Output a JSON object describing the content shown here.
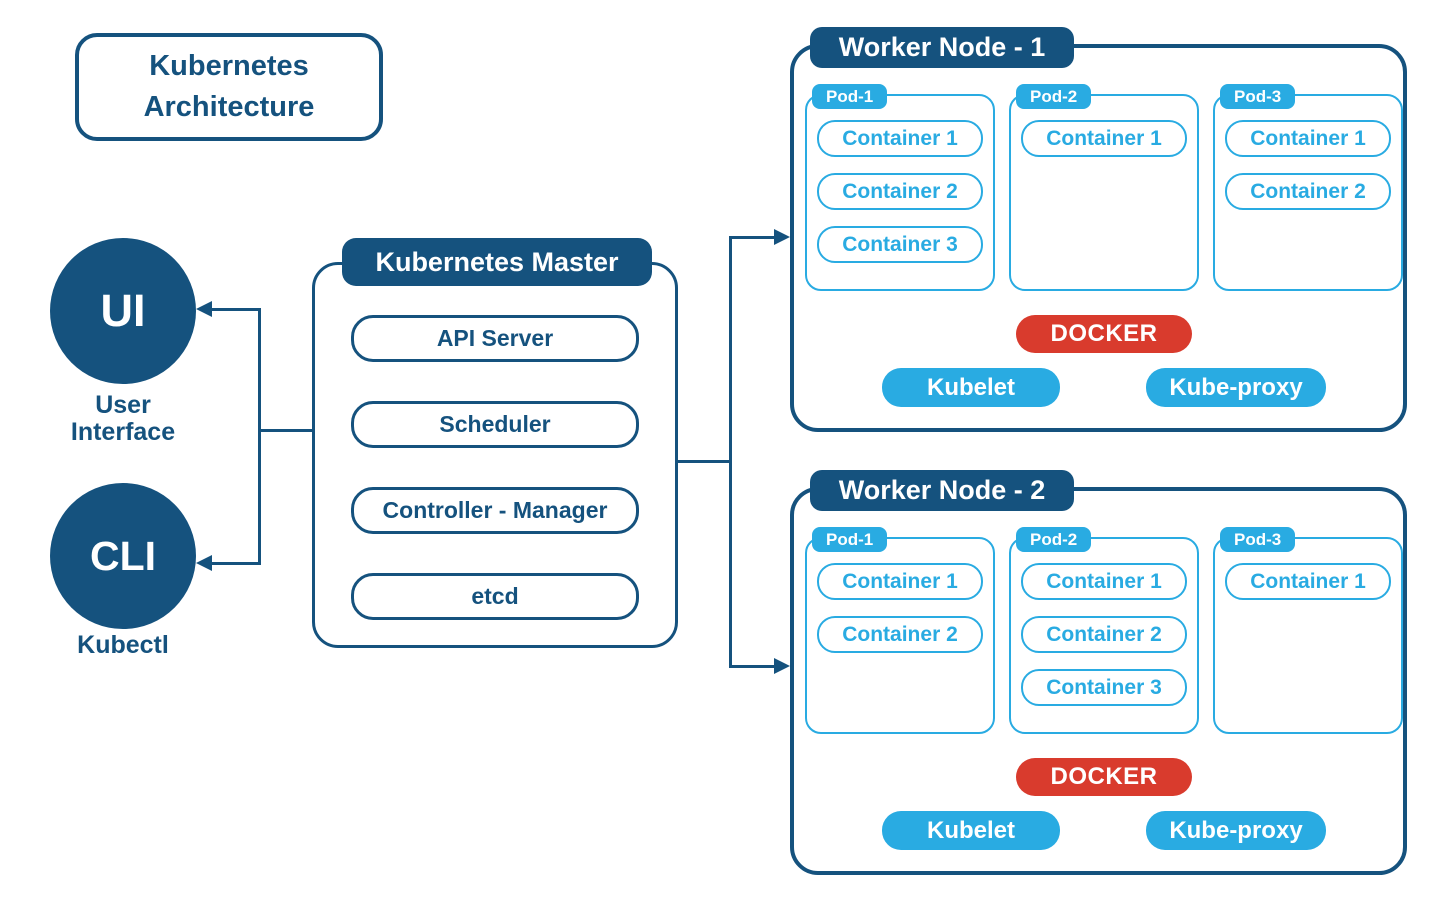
{
  "colors": {
    "navy": "#15527E",
    "light_blue": "#29ABE2",
    "red": "#D93B2D"
  },
  "title": "Kubernetes Architecture",
  "clients": [
    {
      "abbr": "UI",
      "caption": "User Interface"
    },
    {
      "abbr": "CLI",
      "caption": "Kubectl"
    }
  ],
  "master": {
    "title": "Kubernetes Master",
    "components": [
      "API Server",
      "Scheduler",
      "Controller - Manager",
      "etcd"
    ]
  },
  "workers": [
    {
      "title": "Worker Node - 1",
      "pods": [
        {
          "label": "Pod-1",
          "containers": [
            "Container 1",
            "Container 2",
            "Container 3"
          ]
        },
        {
          "label": "Pod-2",
          "containers": [
            "Container 1"
          ]
        },
        {
          "label": "Pod-3",
          "containers": [
            "Container 1",
            "Container 2"
          ]
        }
      ],
      "runtime": "DOCKER",
      "services": [
        "Kubelet",
        "Kube-proxy"
      ]
    },
    {
      "title": "Worker Node - 2",
      "pods": [
        {
          "label": "Pod-1",
          "containers": [
            "Container 1",
            "Container 2"
          ]
        },
        {
          "label": "Pod-2",
          "containers": [
            "Container 1",
            "Container 2",
            "Container 3"
          ]
        },
        {
          "label": "Pod-3",
          "containers": [
            "Container 1"
          ]
        }
      ],
      "runtime": "DOCKER",
      "services": [
        "Kubelet",
        "Kube-proxy"
      ]
    }
  ]
}
